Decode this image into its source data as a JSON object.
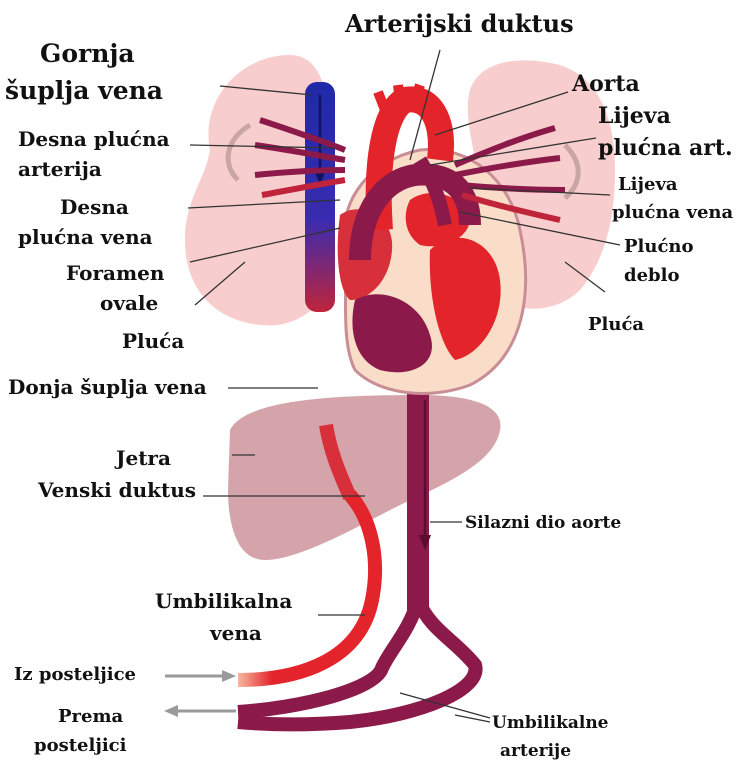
{
  "labels": {
    "arterijski_duktus": "Arterijski duktus",
    "gornja_1": "Gornja",
    "gornja_2": "šuplja vena",
    "aorta": "Aorta",
    "lijeva_pa_1": "Lijeva",
    "lijeva_pa_2": "plućna art.",
    "desna_pa_1": "Desna plućna",
    "desna_pa_2": "arterija",
    "lijeva_pv_1": "Lijeva",
    "lijeva_pv_2": "plućna vena",
    "desna_pv_1": "Desna",
    "desna_pv_2": "plućna vena",
    "plucno_1": "Plućno",
    "plucno_2": "deblo",
    "foramen_1": "Foramen",
    "foramen_2": "ovale",
    "pluca_left": "Pluća",
    "pluca_right": "Pluća",
    "donja": "Donja šuplja vena",
    "jetra": "Jetra",
    "venski": "Venski duktus",
    "silazni": "Silazni dio aorte",
    "umb_vena_1": "Umbilikalna",
    "umb_vena_2": "vena",
    "iz": "Iz posteljice",
    "prema_1": "Prema",
    "prema_2": "posteljici",
    "umb_art_1": "Umbilikalne",
    "umb_art_2": "arterije"
  },
  "colors": {
    "oxygenated": "#e3242b",
    "deoxygenated": "#1f2aa8",
    "mixed": "#8b1a4a",
    "lung": "#f6c6c4",
    "liver": "#c98d95",
    "heart_wall": "#f9ddc8"
  }
}
